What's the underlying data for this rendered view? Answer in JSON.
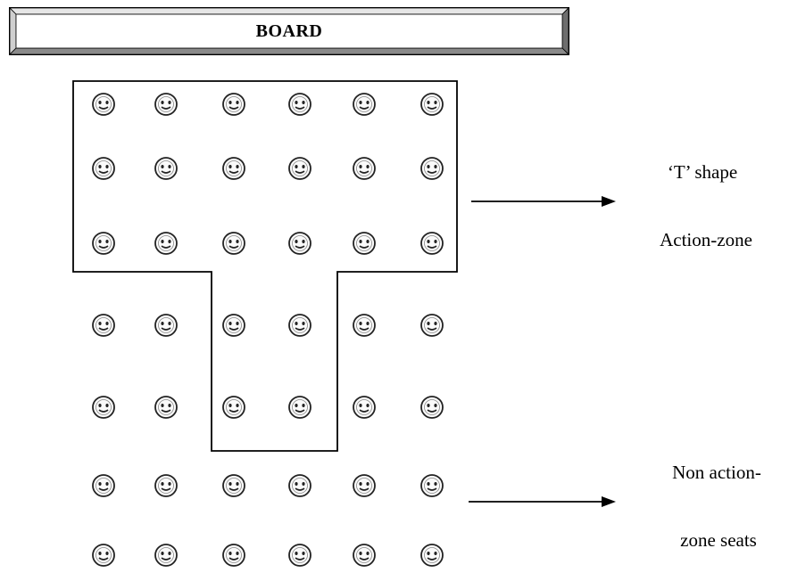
{
  "board": {
    "label": "BOARD"
  },
  "seating": {
    "rows": 7,
    "columns": 6,
    "seat_icon": "smiley-face-icon",
    "action_zone_shape": "T",
    "action_zone_seats": [
      [
        1,
        1,
        1,
        1,
        1,
        1
      ],
      [
        1,
        1,
        1,
        1,
        1,
        1
      ],
      [
        1,
        1,
        1,
        1,
        1,
        1
      ],
      [
        0,
        0,
        1,
        1,
        0,
        0
      ],
      [
        0,
        0,
        1,
        1,
        0,
        0
      ],
      [
        0,
        0,
        0,
        0,
        0,
        0
      ],
      [
        0,
        0,
        0,
        0,
        0,
        0
      ]
    ]
  },
  "annotations": {
    "action_zone": {
      "line1": "‘T’ shape",
      "line2": "Action-zone"
    },
    "non_action_zone": {
      "line1": "Non action-",
      "line2": "zone seats"
    }
  },
  "colors": {
    "line": "#000000",
    "seat_stroke": "#222222",
    "board_frame_light": "#d9d9d9",
    "board_frame_dark": "#555555"
  }
}
